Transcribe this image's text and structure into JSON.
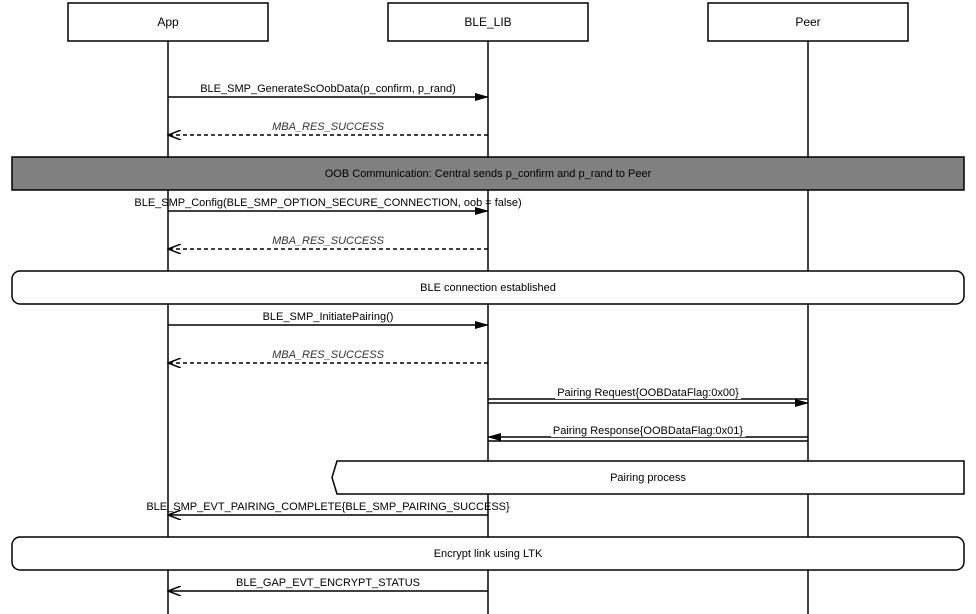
{
  "participants": [
    {
      "name": "App"
    },
    {
      "name": "BLE_LIB"
    },
    {
      "name": "Peer"
    }
  ],
  "messages": [
    {
      "label": "BLE_SMP_GenerateScOobData(p_confirm, p_rand)",
      "from": 0,
      "to": 1,
      "style": "call"
    },
    {
      "label": "MBA_RES_SUCCESS",
      "from": 1,
      "to": 0,
      "style": "return"
    },
    {
      "label": "BLE_SMP_Config(BLE_SMP_OPTION_SECURE_CONNECTION, oob = false)",
      "from": 0,
      "to": 1,
      "style": "call"
    },
    {
      "label": "MBA_RES_SUCCESS",
      "from": 1,
      "to": 0,
      "style": "return"
    },
    {
      "label": "BLE_SMP_InitiatePairing()",
      "from": 0,
      "to": 1,
      "style": "call"
    },
    {
      "label": "MBA_RES_SUCCESS",
      "from": 1,
      "to": 0,
      "style": "return"
    },
    {
      "label": "Pairing Request{OOBDataFlag:0x00}",
      "from": 1,
      "to": 2,
      "style": "air"
    },
    {
      "label": "Pairing Response{OOBDataFlag:0x01}",
      "from": 2,
      "to": 1,
      "style": "air"
    },
    {
      "label": "BLE_SMP_EVT_PAIRING_COMPLETE{BLE_SMP_PAIRING_SUCCESS}",
      "from": 1,
      "to": 0,
      "style": "event"
    },
    {
      "label": "BLE_GAP_EVT_ENCRYPT_STATUS",
      "from": 1,
      "to": 0,
      "style": "event"
    }
  ],
  "notes": [
    {
      "label": "OOB Communication: Central sends p_confirm and p_rand to Peer",
      "style": "grey",
      "fill": "#808080"
    },
    {
      "label": "BLE connection established",
      "style": "rounded"
    },
    {
      "label": "Pairing process",
      "style": "hexagon"
    },
    {
      "label": "Encrypt link using LTK",
      "style": "rounded"
    }
  ]
}
